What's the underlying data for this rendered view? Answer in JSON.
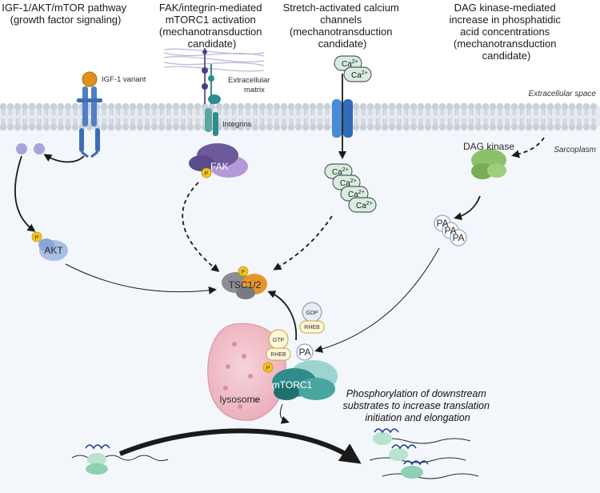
{
  "headers": {
    "igf": [
      "IGF-1/AKT/mTOR pathway",
      "(growth factor signaling)"
    ],
    "fak": [
      "FAK/integrin-mediated",
      "mTORC1 activation",
      "(mechanotransduction",
      "candidate)"
    ],
    "stretch": [
      "Stretch-activated calcium",
      "channels",
      "(mechanotransduction",
      "candidate)"
    ],
    "dag": [
      "DAG kinase-mediated",
      "increase in phosphatidic",
      "acid concentrations",
      "(mechanotransduction",
      "candidate)"
    ]
  },
  "compartments": {
    "extracellular": "Extracellular space",
    "sarcoplasm": "Sarcoplasm"
  },
  "labels": {
    "igf_variant": "IGF-1 variant",
    "ecm": [
      "Extracellular",
      "matrix"
    ],
    "integrins": "Integrins",
    "fak": "FAK",
    "akt": "AKT",
    "phospho": "P",
    "ca": "Ca",
    "ca_charge": "2+",
    "dag_kinase": "DAG kinase",
    "pa": "PA",
    "tsc": "TSC1/2",
    "gdp": "GDP",
    "gtp": "GTP",
    "rheb": "RHEB",
    "mtorc1": "mTORC1",
    "lysosome": "lysosome"
  },
  "caption": [
    "Phosphorylation of downstream",
    "substrates to increase translation",
    "initiation and elongation"
  ],
  "colors": {
    "background": "#f3f6fa",
    "membrane_head": "#c8d1db",
    "receptor": "#4f7fc4",
    "mtorc1": "#2f8c8c",
    "fak": "#6c5a9c",
    "lysosome": "#f0c4cc",
    "dag_kinase": "#8dc06a",
    "phospho": "#f5c518"
  }
}
